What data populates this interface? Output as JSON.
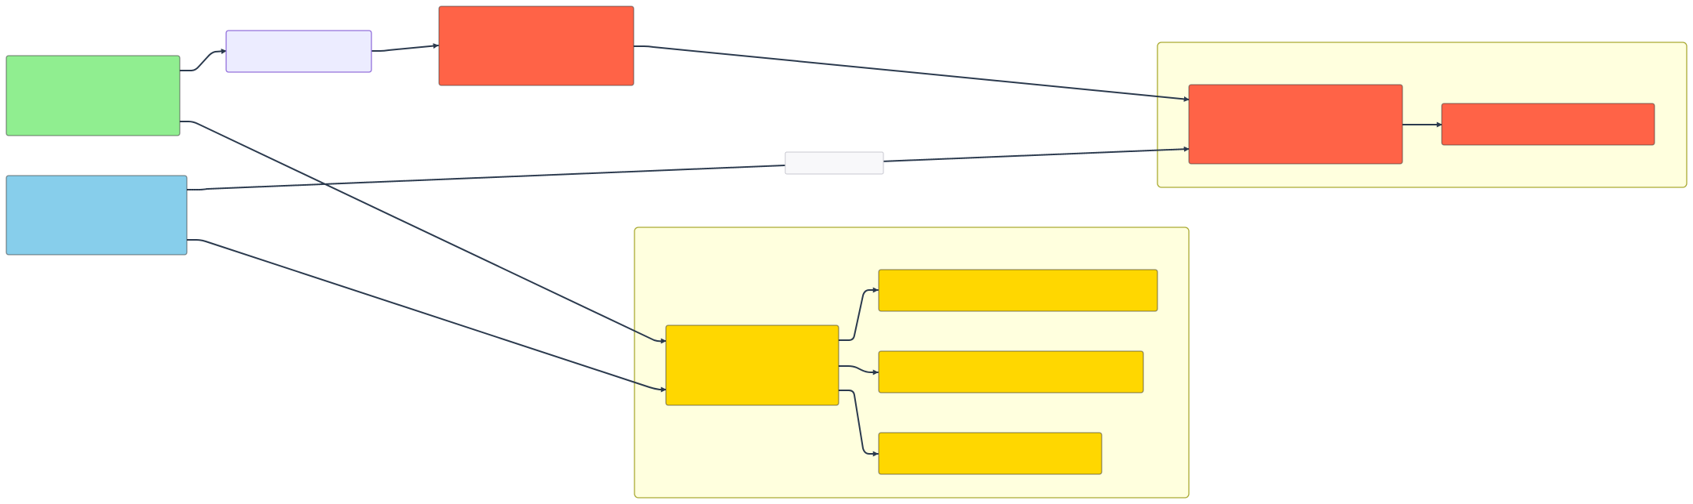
{
  "colors": {
    "green": "#90ee90",
    "light_blue": "#87ceeb",
    "lavender": "#ececff",
    "tomato": "#ff6347",
    "gold": "#ffd700",
    "cluster_fill": "#ffffde",
    "cluster_stroke": "#aaaa33",
    "edge": "#2b3a4e",
    "edge_label_bg": "#f8f8fa"
  },
  "clusters": [
    {
      "id": "cluster-right",
      "label": ""
    },
    {
      "id": "cluster-bottom",
      "label": ""
    }
  ],
  "nodes": [
    {
      "id": "green-node",
      "label": "",
      "color": "green"
    },
    {
      "id": "blue-node",
      "label": "",
      "color": "light_blue"
    },
    {
      "id": "lavender-node",
      "label": "",
      "color": "lavender"
    },
    {
      "id": "red-top-node",
      "label": "",
      "color": "tomato"
    },
    {
      "id": "red-main-node",
      "label": "",
      "color": "tomato"
    },
    {
      "id": "red-small-node",
      "label": "",
      "color": "tomato"
    },
    {
      "id": "gold-main-node",
      "label": "",
      "color": "gold"
    },
    {
      "id": "gold-a-node",
      "label": "",
      "color": "gold"
    },
    {
      "id": "gold-b-node",
      "label": "",
      "color": "gold"
    },
    {
      "id": "gold-c-node",
      "label": "",
      "color": "gold"
    }
  ],
  "edges": [
    {
      "id": "edge-green-lavender",
      "from": "green-node",
      "to": "lavender-node",
      "label": ""
    },
    {
      "id": "edge-lavender-redtop",
      "from": "lavender-node",
      "to": "red-top-node",
      "label": ""
    },
    {
      "id": "edge-redtop-redmain",
      "from": "red-top-node",
      "to": "red-main-node",
      "label": ""
    },
    {
      "id": "edge-blue-redmain",
      "from": "blue-node",
      "to": "red-main-node",
      "label": "",
      "dashed": true
    },
    {
      "id": "edge-redmain-redsmall",
      "from": "red-main-node",
      "to": "red-small-node",
      "label": ""
    },
    {
      "id": "edge-green-goldmain",
      "from": "green-node",
      "to": "gold-main-node",
      "label": ""
    },
    {
      "id": "edge-blue-goldmain",
      "from": "blue-node",
      "to": "gold-main-node",
      "label": ""
    },
    {
      "id": "edge-goldmain-golda",
      "from": "gold-main-node",
      "to": "gold-a-node",
      "label": ""
    },
    {
      "id": "edge-goldmain-goldb",
      "from": "gold-main-node",
      "to": "gold-b-node",
      "label": ""
    },
    {
      "id": "edge-goldmain-goldc",
      "from": "gold-main-node",
      "to": "gold-c-node",
      "label": ""
    }
  ]
}
